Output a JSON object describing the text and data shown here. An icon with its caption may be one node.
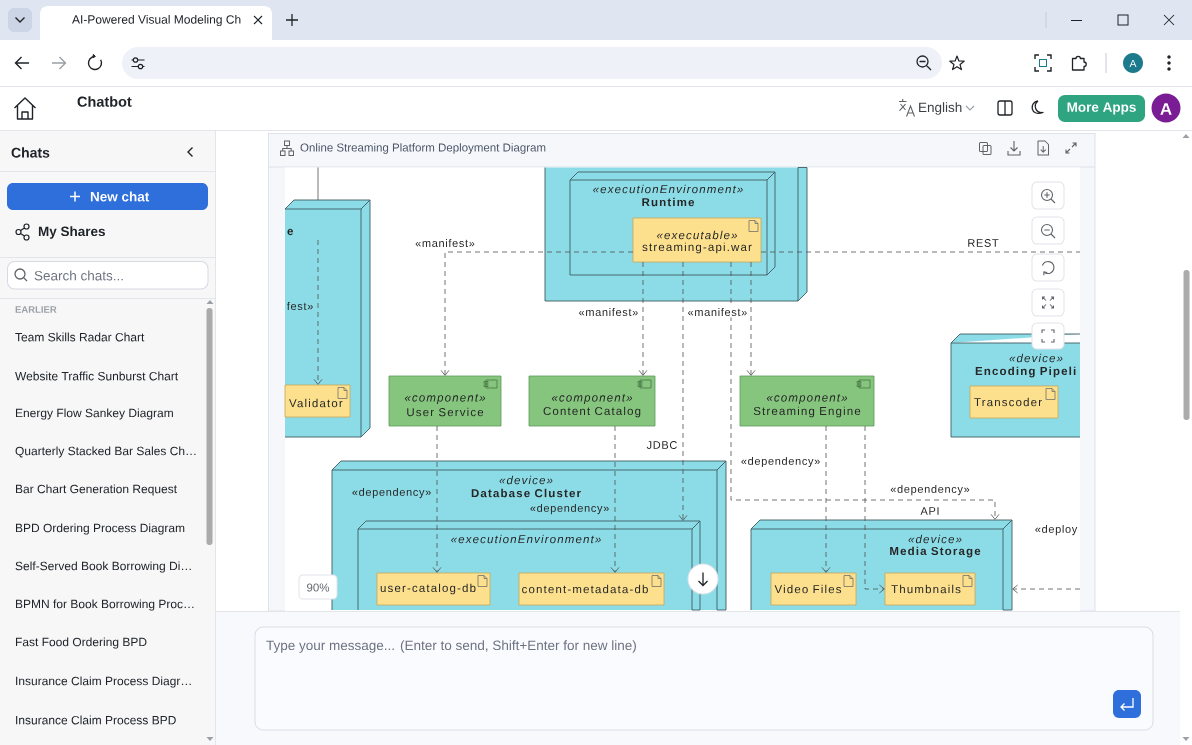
{
  "diagram": {
    "title": "Online Streaming Platform Deployment Diagram",
    "nodes": [
      {
        "text": [
          "e"
        ]
      },
      {
        "text": [
          "Validator"
        ],
        "in": 0
      },
      {
        "text": [],
        "shape": "box"
      },
      {
        "text": [
          "«executionEnvironment»",
          "Runtime"
        ],
        "in": 2
      },
      {
        "text": [
          "«executable»",
          "streaming-api.war"
        ],
        "in": 3
      },
      {
        "text": [
          "«component»",
          "User Service"
        ]
      },
      {
        "text": [
          "«component»",
          "Content Catalog"
        ]
      },
      {
        "text": [
          "«component»",
          "Streaming Engine"
        ]
      },
      {
        "text": [
          "«device»",
          "Encoding Pipeli"
        ]
      },
      {
        "text": [
          "Transcoder"
        ],
        "in": 8
      },
      {
        "text": [
          "«device»",
          "Database Cluster"
        ]
      },
      {
        "text": [
          "«executionEnvironment»"
        ],
        "in": 10
      },
      {
        "text": [
          "user-catalog-db"
        ],
        "in": 11
      },
      {
        "text": [
          "content-metadata-db"
        ],
        "in": 11
      },
      {
        "text": [
          "«device»",
          "Media Storage"
        ]
      },
      {
        "text": [
          "Video Files"
        ],
        "in": 14
      },
      {
        "text": [
          "Thumbnails"
        ],
        "in": 14
      }
    ],
    "edges": [
      {
        "from": null,
        "to": 0,
        "arrow": "none"
      },
      {
        "from": null,
        "to": 1,
        "arrow": "to",
        "label": "fest»",
        "style": "dashed"
      },
      {
        "from": 4,
        "to": 5,
        "arrow": "to",
        "label": "«manifest»",
        "style": "dashed"
      },
      {
        "from": 4,
        "to": null,
        "arrow": "none",
        "label": "REST",
        "style": "dashed"
      },
      {
        "from": 4,
        "to": 6,
        "arrow": "to",
        "label": "«manifest»",
        "style": "dashed"
      },
      {
        "from": 4,
        "to": 11,
        "arrow": "to",
        "label": "JDBC",
        "style": "dashed"
      },
      {
        "from": 4,
        "to": 14,
        "arrow": "to",
        "label": "«dependency»",
        "style": "dashed"
      },
      {
        "from": 4,
        "to": 7,
        "arrow": "to",
        "label": "«manifest»",
        "style": "dashed"
      },
      {
        "from": 5,
        "to": 12,
        "arrow": "to",
        "label": "«dependency»",
        "style": "dashed"
      },
      {
        "from": 6,
        "to": 13,
        "arrow": "to",
        "label": "«dependency»",
        "style": "dashed"
      },
      {
        "from": 7,
        "to": 15,
        "arrow": "to",
        "label": "«dependency»",
        "style": "dashed"
      },
      {
        "from": 7,
        "to": 16,
        "arrow": "to",
        "style": "dashed"
      },
      {
        "from": null,
        "to": 14,
        "arrow": "to",
        "label": "«deploy",
        "style": "dashed"
      }
    ],
    "labels": [
      "AI-Powered Visual Modeling Ch",
      "A",
      "Chatbot",
      "English",
      "More Apps",
      "A",
      "Chats",
      "New chat",
      "My Shares",
      "Search chats...",
      "EARLIER",
      "Team Skills Radar Chart",
      "Website Traffic Sunburst Chart",
      "Energy Flow Sankey Diagram",
      "Quarterly Stacked Bar Sales Ch…",
      "Bar Chart Generation Request",
      "BPD Ordering Process Diagram",
      "Self-Served Book Borrowing Di…",
      "BPMN for Book Borrowing Proc…",
      "Fast Food Ordering BPD",
      "Insurance Claim Process Diagr…",
      "Insurance Claim Process BPD",
      "API",
      "90%",
      "Type your message... (Enter to send, Shift+Enter for new line)"
    ]
  }
}
